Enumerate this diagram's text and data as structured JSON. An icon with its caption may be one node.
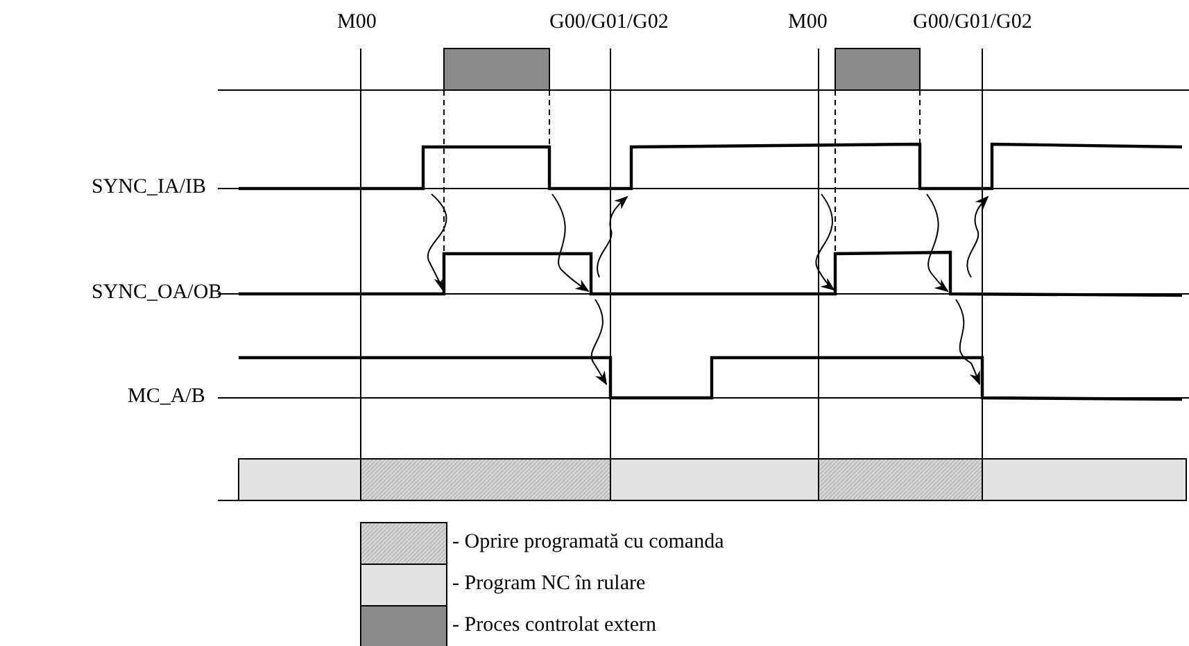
{
  "diagram": {
    "labels": [
      "M00",
      "G00/G01/G02",
      "M00",
      "G00/G01/G02",
      "SYNC_IA/IB",
      "SYNC_OA/OB",
      "MC_A/B"
    ],
    "legend": [
      {
        "text": "- Oprire programată cu comanda",
        "color": "#d4d4d4"
      },
      {
        "text": "- Program NC în rulare",
        "color": "#e2e2e2"
      },
      {
        "text": "- Proces controlat extern",
        "color": "#8a8a8a"
      }
    ]
  }
}
